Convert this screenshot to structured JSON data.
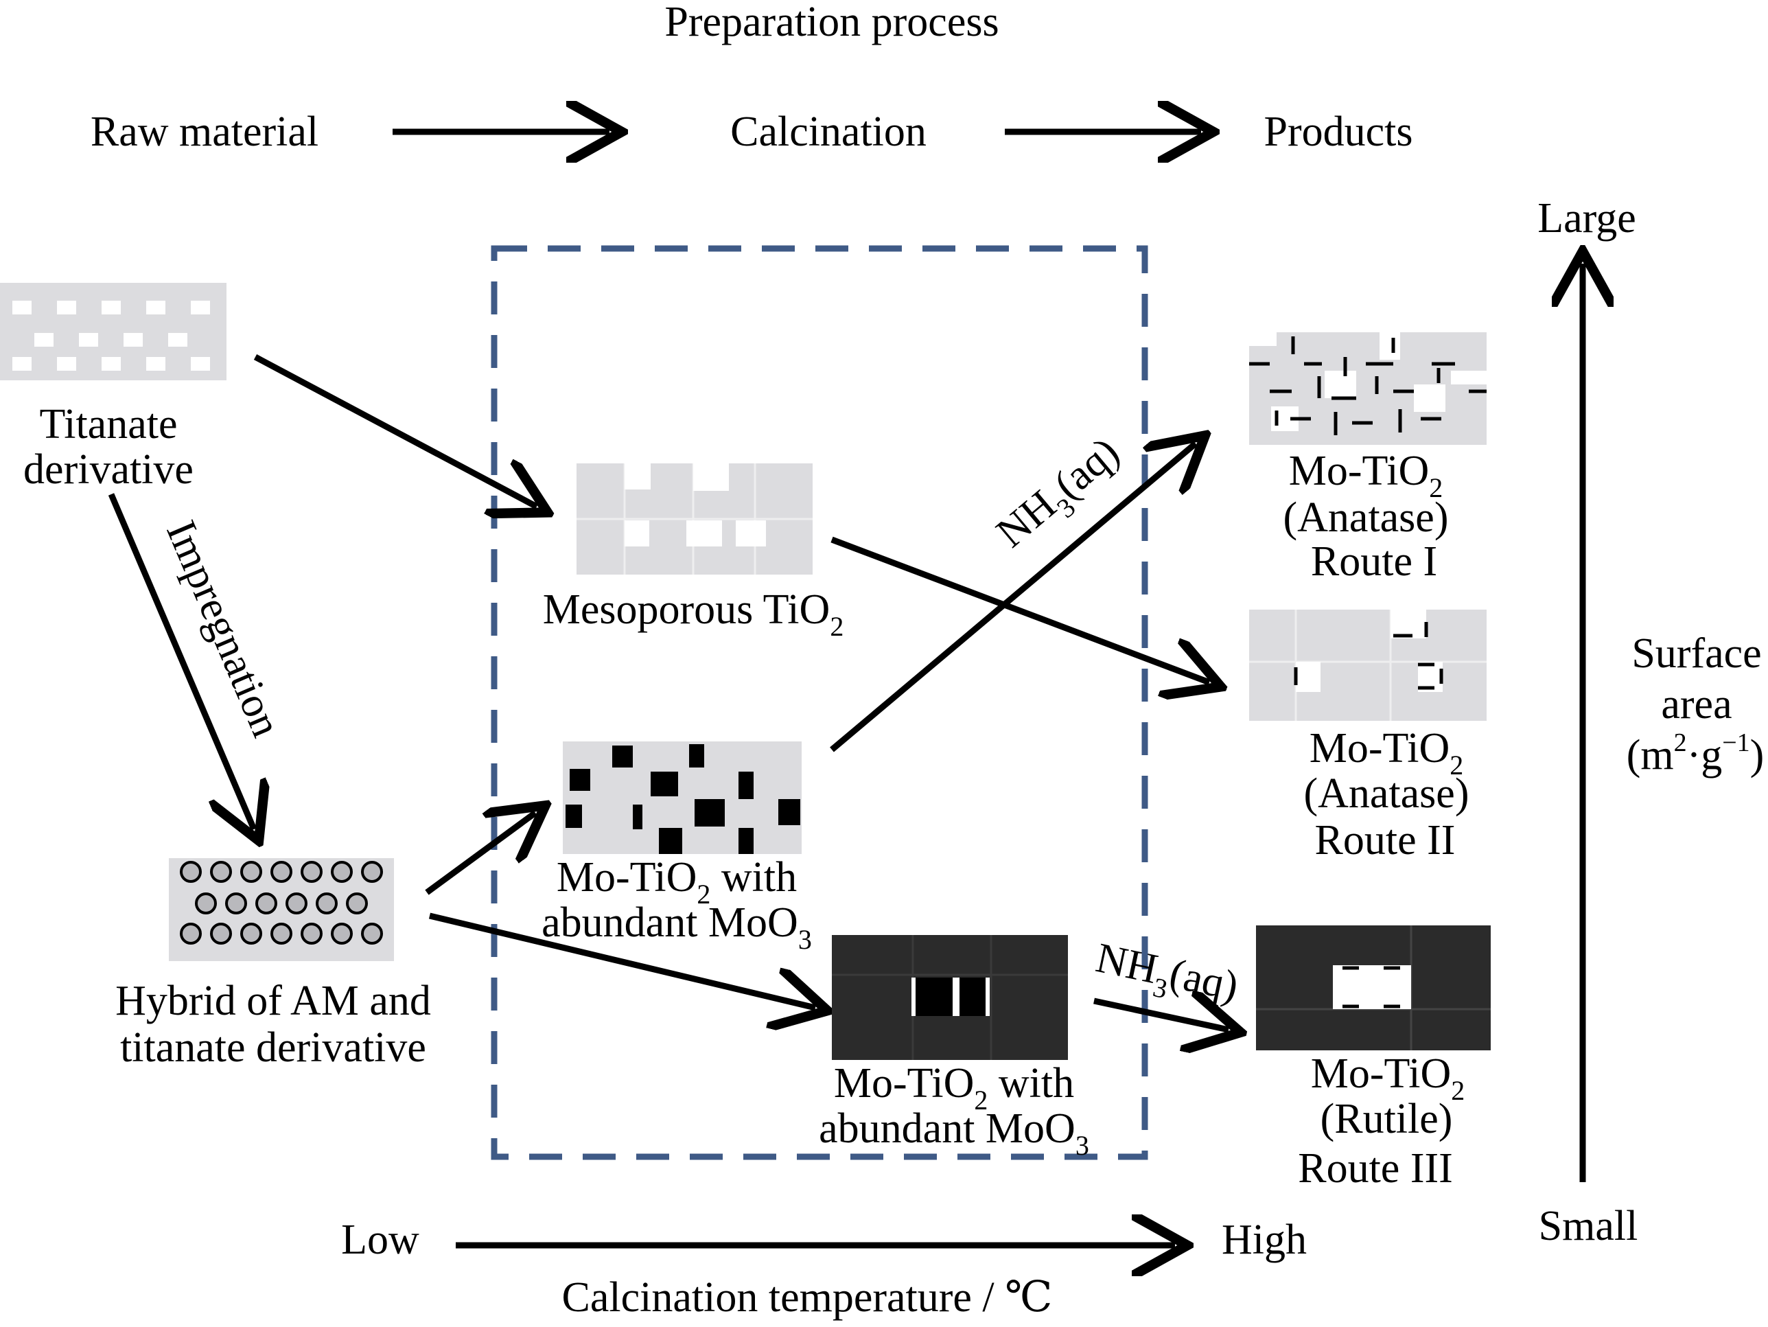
{
  "header": {
    "title": "Preparation process",
    "stage_raw": "Raw material",
    "stage_calcination": "Calcination",
    "stage_products": "Products"
  },
  "materials": {
    "titanate_line1": "Titanate",
    "titanate_line2": "derivative",
    "impregnation": "Impregnation",
    "hybrid_line1": "Hybrid of AM and",
    "hybrid_line2": "titanate derivative",
    "mesoporous_main": "Mesoporous TiO",
    "mesoporous_sub": "2",
    "motio2_a_pre": "Mo-TiO",
    "motio2_a_sub": "2",
    "motio2_a_post": " with",
    "motio2_a_line2": "abundant MoO",
    "motio2_a_line2_sub": "3",
    "motio2_b_pre": "Mo-TiO",
    "motio2_b_sub": "2",
    "motio2_b_post": " with",
    "motio2_b_line2": "abundant MoO",
    "motio2_b_line2_sub": "3"
  },
  "reagent": {
    "nh3_pre": "NH",
    "nh3_sub": "3",
    "nh3_post": "(aq)"
  },
  "products": {
    "route1_l1": "Mo-TiO",
    "route1_l1_sub": "2",
    "route1_l2": "(Anatase)",
    "route1_l3": "Route I",
    "route2_l1": "Mo-TiO",
    "route2_l1_sub": "2",
    "route2_l2": "(Anatase)",
    "route2_l3": "Route II",
    "route3_l1": "Mo-TiO",
    "route3_l1_sub": "2",
    "route3_l2": "(Rutile)",
    "route3_l3": "Route III"
  },
  "surface_axis": {
    "top": "Large",
    "bottom": "Small",
    "label_l1": "Surface",
    "label_l2": "area",
    "label_l3_pre": "(m",
    "label_l3_sup1": "2",
    "label_l3_mid": "·g",
    "label_l3_sup2": "−1",
    "label_l3_post": ")"
  },
  "temperature_axis": {
    "low": "Low",
    "high": "High",
    "label": "Calcination temperature / ℃"
  },
  "colors": {
    "dashed_box": "#3f5a86",
    "light_block": "#dcdcdf",
    "dark_block": "#2b2b2b",
    "ink": "#000000"
  }
}
